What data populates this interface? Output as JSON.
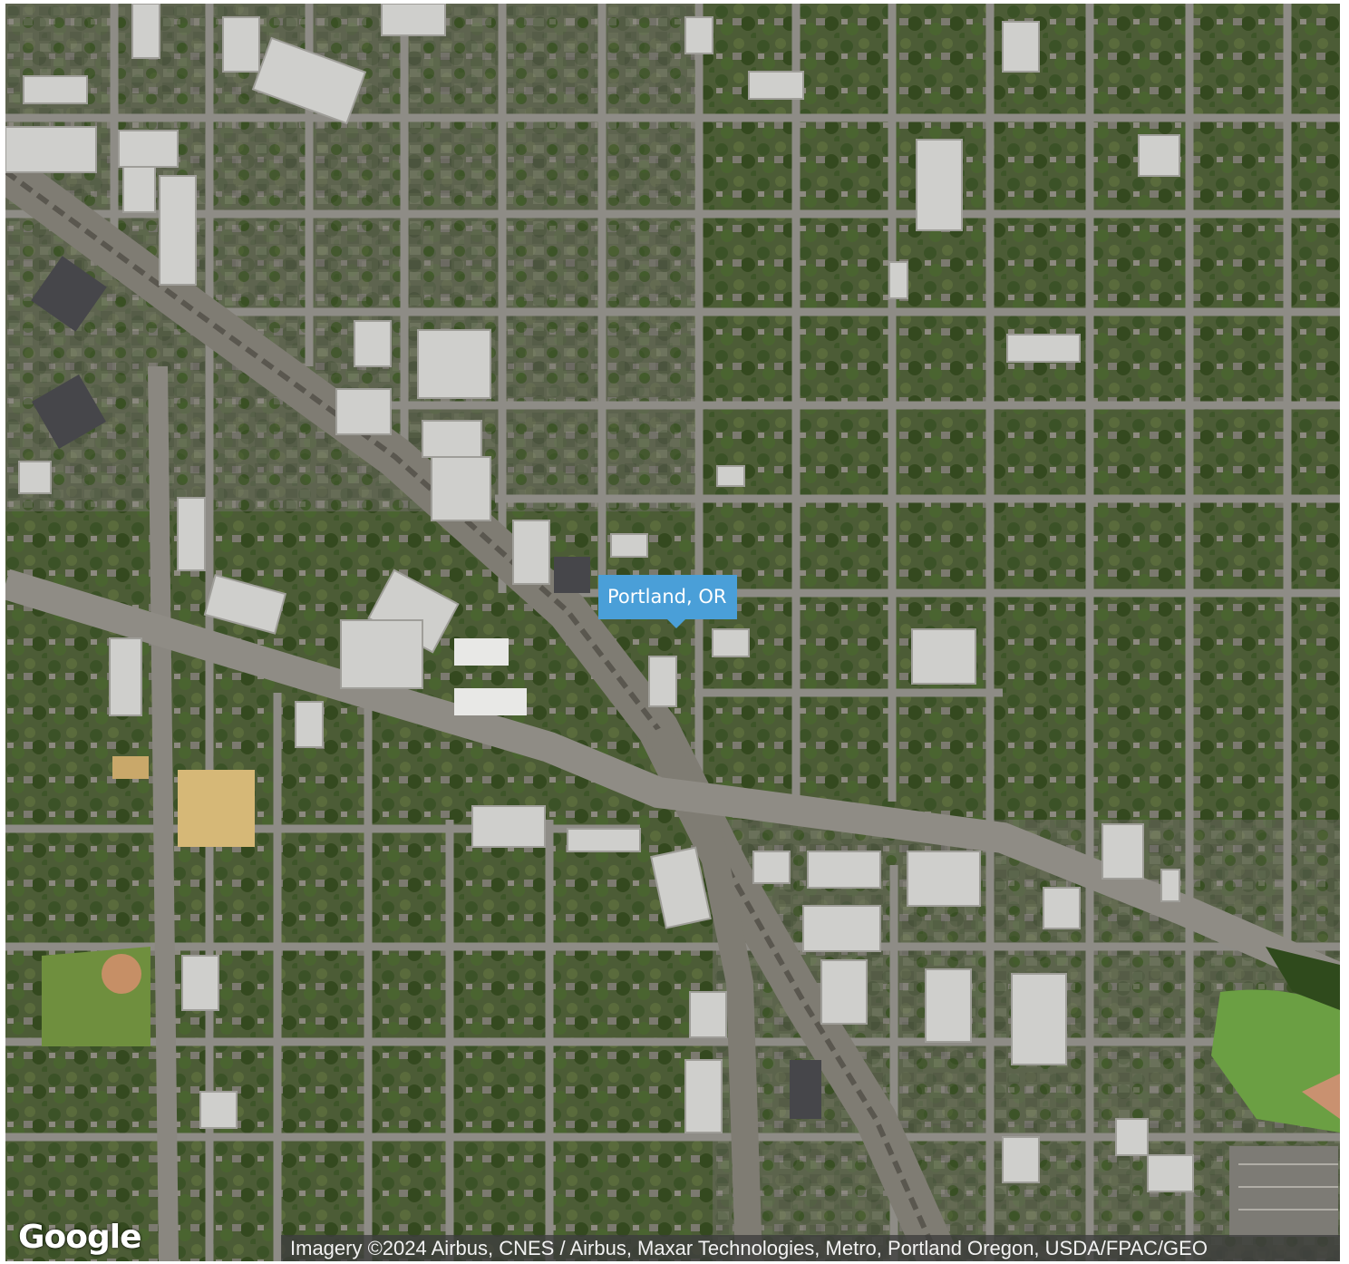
{
  "map": {
    "imagery_type": "satellite",
    "marker": {
      "label": "Portland, OR"
    },
    "logo": "Google",
    "attribution": "Imagery ©2024 Airbus, CNES / Airbus, Maxar Technologies, Metro, Portland Oregon, USDA/FPAC/GEO",
    "colors": {
      "callout": "#4a9fd8",
      "foliage": "#3f5a2a",
      "road": "#8e8c86",
      "rooftop": "#cfcfcc",
      "field": "#6f8f3e"
    }
  }
}
